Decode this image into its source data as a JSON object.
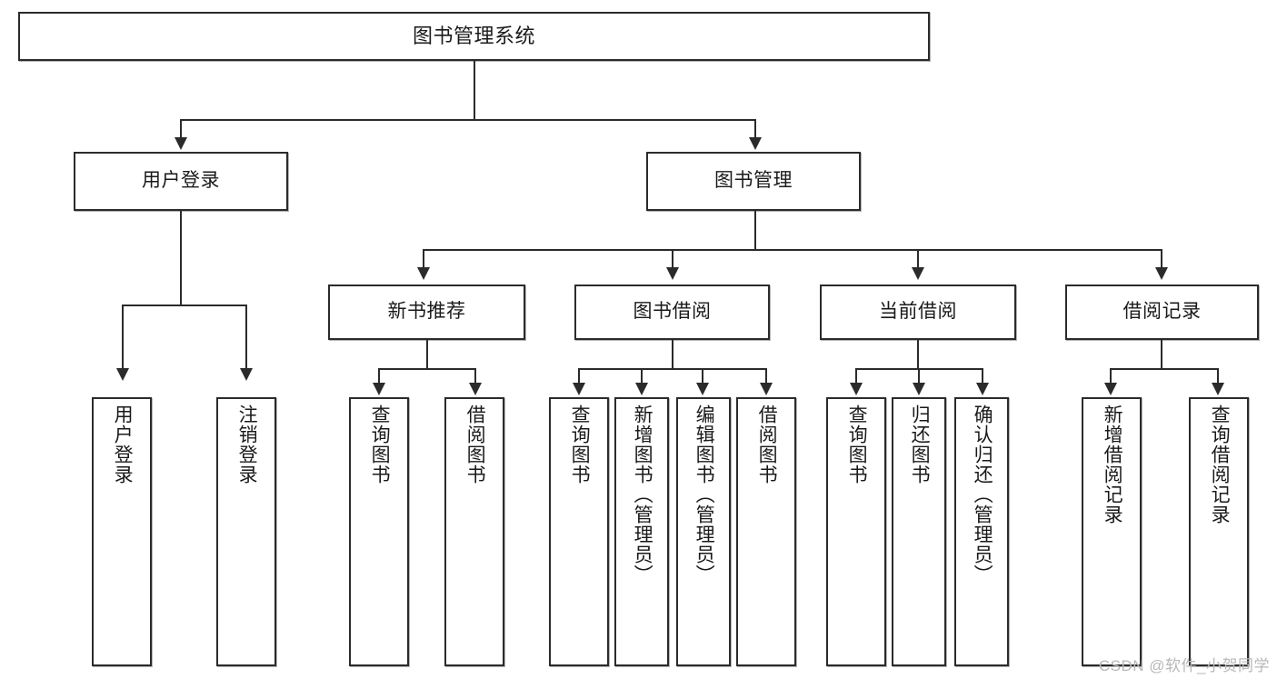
{
  "diagram": {
    "title": "图书管理系统",
    "watermark": "CSDN @软件_小贺同学",
    "levels": {
      "root": {
        "label": "图书管理系统"
      },
      "level2": [
        {
          "label": "用户登录"
        },
        {
          "label": "图书管理"
        }
      ],
      "level3": [
        {
          "label": "新书推荐"
        },
        {
          "label": "图书借阅"
        },
        {
          "label": "当前借阅"
        },
        {
          "label": "借阅记录"
        }
      ],
      "leaves": [
        {
          "label": "用户登录"
        },
        {
          "label": "注销登录"
        },
        {
          "label": "查询图书"
        },
        {
          "label": "借阅图书"
        },
        {
          "label": "查询图书"
        },
        {
          "label": "新增图书（管理员）"
        },
        {
          "label": "编辑图书（管理员）"
        },
        {
          "label": "借阅图书"
        },
        {
          "label": "查询图书"
        },
        {
          "label": "归还图书"
        },
        {
          "label": "确认归还（管理员）"
        },
        {
          "label": "新增借阅记录"
        },
        {
          "label": "查询借阅记录"
        }
      ]
    },
    "colors": {
      "stroke": "#2b2b2b",
      "fill": "#ffffff",
      "text": "#1a1a1a",
      "watermark": "#b8b8b8"
    }
  }
}
